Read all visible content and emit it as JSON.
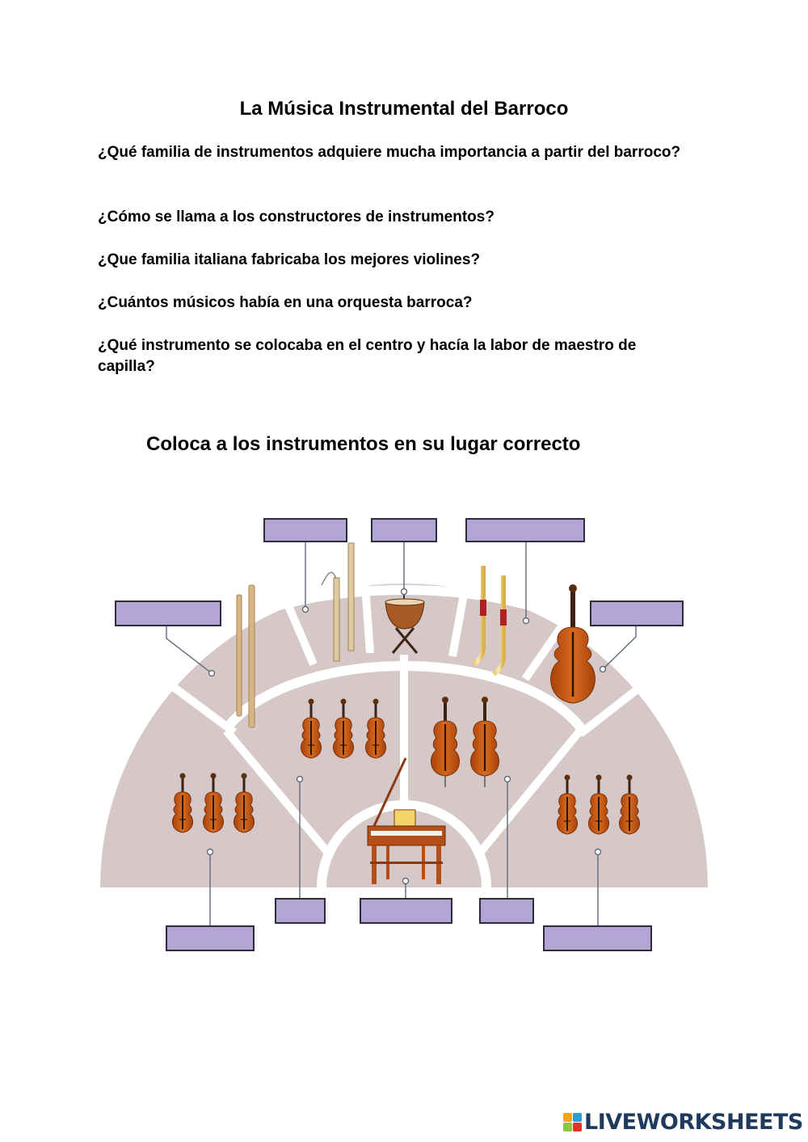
{
  "title": "La Música Instrumental del Barroco",
  "questions": [
    "¿Qué familia de instrumentos adquiere mucha importancia a partir del barroco?",
    "¿Cómo se llama a los constructores de instrumentos?",
    "¿Que familia italiana fabricaba los mejores violines?",
    "¿Cuántos músicos había en una orquesta barroca?",
    "¿Qué instrumento se colocaba en el centro y hacía la labor de maestro de capilla?"
  ],
  "subtitle": "Coloca a los instrumentos en su lugar correcto",
  "diagram": {
    "stage_color": "#d7c8c8",
    "label_box_color": "#b3a6d4",
    "instruments": [
      "flutes",
      "bassoons",
      "timpani",
      "trumpets",
      "double-bass",
      "violins-left",
      "violas",
      "cellos",
      "harpsichord",
      "violins-right"
    ]
  },
  "answers": [
    "",
    "",
    "",
    "",
    "",
    "",
    "",
    "",
    "",
    ""
  ],
  "brand": {
    "name": "LIVEWORKSHEETS",
    "colors": [
      "#f4a51c",
      "#2a9fd6",
      "#8dc63f",
      "#e2342b"
    ]
  }
}
